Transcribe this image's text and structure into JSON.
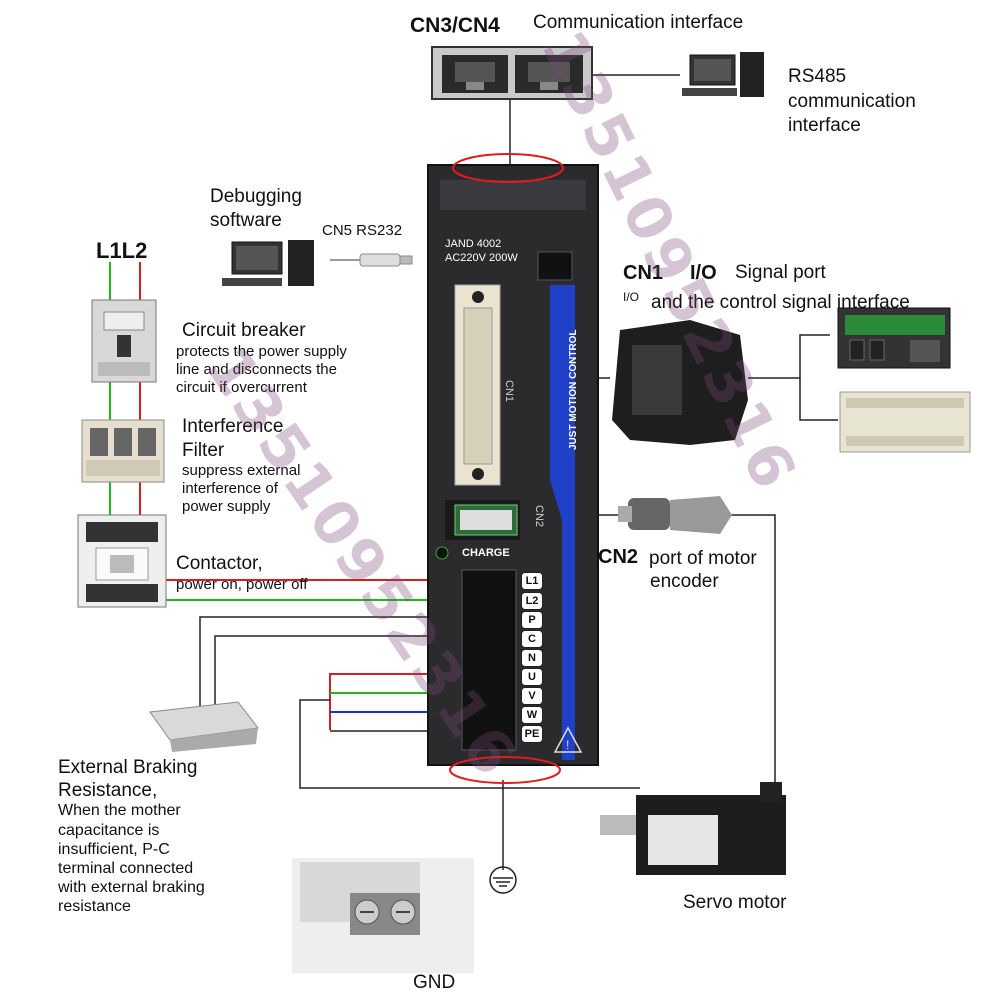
{
  "labels": {
    "cn3cn4": "CN3/CN4",
    "comm_interface": "Communication interface",
    "rs485_l1": "RS485",
    "rs485_l2": "communication",
    "rs485_l3": "interface",
    "debug_l1": "Debugging",
    "debug_l2": "software",
    "cn5": "CN5 RS232",
    "l1l2": "L1L2",
    "breaker_title": "Circuit breaker",
    "breaker_d1": "protects the power supply",
    "breaker_d2": "line and disconnects the",
    "breaker_d3": "circuit if overcurrent",
    "filter_t1": "Interference",
    "filter_t2": "Filter",
    "filter_d1": "suppress external",
    "filter_d2": "interference of",
    "filter_d3": "power supply",
    "contactor_title": "Contactor,",
    "contactor_desc": "power on, power off",
    "cn1": "CN1",
    "io": "I/O",
    "io_small": "I/O",
    "signal_port": "Signal port",
    "control_signal": "and the control signal interface",
    "cn2": "CN2",
    "encoder_l1": "port of motor",
    "encoder_l2": "encoder",
    "brake_t1": "External Braking",
    "brake_t2": "Resistance,",
    "brake_d1": "When the mother",
    "brake_d2": "capacitance is",
    "brake_d3": "insufficient, P-C",
    "brake_d4": "terminal connected",
    "brake_d5": "with external braking",
    "brake_d6": "resistance",
    "servo_motor": "Servo motor",
    "gnd": "GND"
  },
  "drive": {
    "model": "JAND 4002",
    "rating": "AC220V 200W",
    "cn1_label": "CN1",
    "cn2_label": "CN2",
    "charge": "CHARGE",
    "brand_strip": "JUST MOTION CONTROL",
    "terminals": [
      "L1",
      "L2",
      "P",
      "C",
      "N",
      "U",
      "V",
      "W",
      "PE"
    ]
  },
  "watermarks": [
    "13510952316",
    "13510952316"
  ],
  "colors": {
    "drive_body": "#2b2b2e",
    "accent_blue": "#2140c8",
    "wire_red": "#d42020",
    "wire_green": "#1fb81f",
    "wire_blue": "#1a2bd0",
    "ellipse_red": "#e01c1c"
  }
}
